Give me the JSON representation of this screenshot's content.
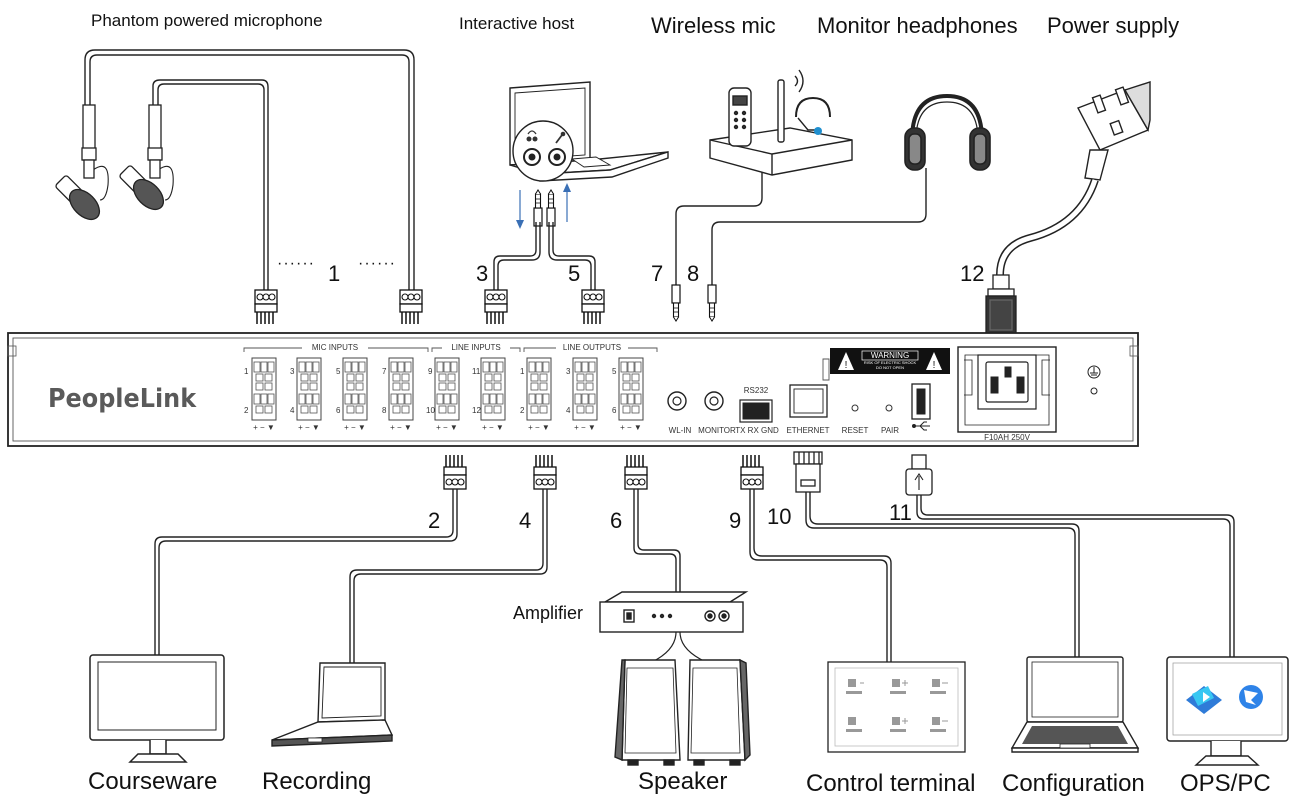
{
  "device": {
    "brand": "PeopleLink",
    "group_labels": [
      "MIC INPUTS",
      "LINE INPUTS",
      "LINE OUTPUTS"
    ],
    "port_labels": {
      "rs232": "RS232",
      "wl_in": "WL-IN",
      "monitor": "MONITOR",
      "tx_rx_gnd": "TX RX GND",
      "ethernet": "ETHERNET",
      "reset": "RESET",
      "pair": "PAIR",
      "power_rating": "F10AH 250V"
    },
    "warning": {
      "title": "WARNING",
      "line1": "RISK OF ELECTRIC SHOCK",
      "line2": "DO NOT OPEN"
    },
    "terminal_numbers": [
      "1",
      "2",
      "3",
      "4",
      "5",
      "6",
      "7",
      "8",
      "9",
      "10",
      "11",
      "12"
    ],
    "polarity": "+ − ▼"
  },
  "top_labels": {
    "phantom_mic": "Phantom powered microphone",
    "interactive_host": "Interactive host",
    "wireless_mic": "Wireless mic",
    "monitor_headphones": "Monitor headphones",
    "power_supply": "Power supply"
  },
  "bottom_labels": {
    "courseware": "Courseware",
    "recording": "Recording",
    "amplifier": "Amplifier",
    "speaker": "Speaker",
    "control_terminal": "Control terminal",
    "configuration": "Configuration",
    "ops_pc": "OPS/PC"
  },
  "connection_numbers": {
    "mic": "1",
    "courseware": "2",
    "host_out": "3",
    "recording": "4",
    "host_in": "5",
    "amplifier": "6",
    "wireless": "7",
    "headphones": "8",
    "control": "9",
    "configuration": "10",
    "ops": "11",
    "power": "12"
  },
  "ellipsis": "······"
}
